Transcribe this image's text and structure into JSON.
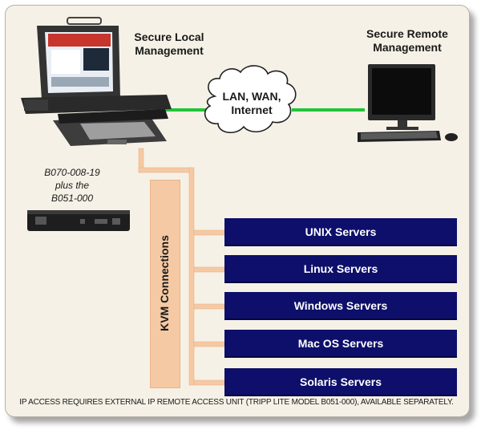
{
  "title_local": "Secure Local Management",
  "title_remote": "Secure Remote Management",
  "model_lines": [
    "B070-008-19",
    "plus the",
    "B051-000"
  ],
  "network_lines": [
    "LAN, WAN,",
    "Internet"
  ],
  "kvm_label": "KVM Connections",
  "servers": [
    "UNIX Servers",
    "Linux Servers",
    "Windows Servers",
    "Mac OS Servers",
    "Solaris Servers"
  ],
  "footnote": "IP ACCESS REQUIRES EXTERNAL IP REMOTE ACCESS UNIT (TRIPP LITE MODEL B051-000), AVAILABLE SEPARATELY.",
  "colors": {
    "server_fill": "#0d0f6b",
    "kvm_cable": "#f5c9a3",
    "network_link": "#22c43a",
    "panel_bg": "#f6f1e6"
  },
  "icons": [
    "console-drawer-icon",
    "ip-remote-unit-icon",
    "cloud-icon",
    "remote-workstation-icon"
  ]
}
